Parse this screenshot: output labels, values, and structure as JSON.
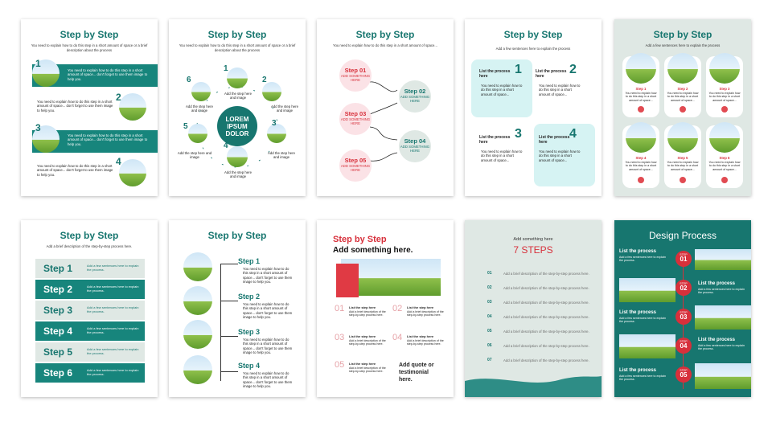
{
  "card1": {
    "title": "Step by Step",
    "subtitle": "You need to explain how to do this step in a short amount of space or a brief description about the process",
    "steps": [
      {
        "num": "1",
        "text": "You need to explain how to do this step in a short amount of space... don't forget to use them image to help you."
      },
      {
        "num": "2",
        "text": "You need to explain how to do this step in a short amount of space... don't forget to use them image to help you."
      },
      {
        "num": "3",
        "text": "You need to explain how to do this step in a short amount of space... don't forget to use them image to help you."
      },
      {
        "num": "4",
        "text": "You need to explain how to do this step in a short amount of space... don't forget to use them image to help you."
      }
    ]
  },
  "card2": {
    "title": "Step by Step",
    "subtitle": "You need to explain how to do this step in a short amount of space or a brief description about the process",
    "center": "LOREM IPSUM DOLOR",
    "nodes": [
      {
        "num": "1",
        "label": "Add the step here and image"
      },
      {
        "num": "2",
        "label": "Add the step here and image"
      },
      {
        "num": "3",
        "label": "Add the step here and image"
      },
      {
        "num": "4",
        "label": "Add the step here and image"
      },
      {
        "num": "5",
        "label": "Add the step here and image"
      },
      {
        "num": "6",
        "label": "Add the step here and image"
      }
    ]
  },
  "card3": {
    "title": "Step by Step",
    "subtitle": "You need to explain how to do this step in a short amount of space...",
    "steps": [
      {
        "h": "Step 01",
        "b": "ADD SOMETHING HERE"
      },
      {
        "h": "Step 02",
        "b": "ADD SOMETHING HERE"
      },
      {
        "h": "Step 03",
        "b": "ADD SOMETHING HERE"
      },
      {
        "h": "Step 04",
        "b": "ADD SOMETHING HERE"
      },
      {
        "h": "Step 05",
        "b": "ADD SOMETHING HERE"
      }
    ]
  },
  "card4": {
    "title": "Step by Step",
    "subtitle": "Add a few sentences here to explain the process",
    "items": [
      {
        "num": "1",
        "h": "List the process here",
        "b": "You need to explain how to do this step in a short amount of space..."
      },
      {
        "num": "2",
        "h": "List the process here",
        "b": "You need to explain how to do this step in a short amount of space..."
      },
      {
        "num": "3",
        "h": "List the process here",
        "b": "You need to explain how to do this step in a short amount of space..."
      },
      {
        "num": "4",
        "h": "List the process here",
        "b": "You need to explain how to do this step in a short amount of space..."
      }
    ]
  },
  "card5": {
    "title": "Step by Step",
    "subtitle": "Add a few sentences here to explain the process",
    "items": [
      {
        "h": "Step 1",
        "b": "You need to explain how to do this step in a short amount of space..."
      },
      {
        "h": "Step 2",
        "b": "You need to explain how to do this step in a short amount of space..."
      },
      {
        "h": "Step 3",
        "b": "You need to explain how to do this step in a short amount of space..."
      },
      {
        "h": "Step 4",
        "b": "You need to explain how to do this step in a short amount of space..."
      },
      {
        "h": "Step 5",
        "b": "You need to explain how to do this step in a short amount of space..."
      },
      {
        "h": "Step 6",
        "b": "You need to explain how to do this step in a short amount of space..."
      }
    ]
  },
  "card6": {
    "title": "Step by Step",
    "subtitle": "Add a brief description of the step-by-step process here.",
    "steps": [
      {
        "label": "Step 1",
        "text": "Add a few sentences here to explain the process."
      },
      {
        "label": "Step 2",
        "text": "Add a few sentences here to explain the process."
      },
      {
        "label": "Step 3",
        "text": "Add a few sentences here to explain the process."
      },
      {
        "label": "Step 4",
        "text": "Add a few sentences here to explain the process."
      },
      {
        "label": "Step 5",
        "text": "Add a few sentences here to explain the process."
      },
      {
        "label": "Step 6",
        "text": "Add a few sentences here to explain the process."
      }
    ]
  },
  "card7": {
    "title": "Step by Step",
    "steps": [
      {
        "h": "Step 1",
        "b": "You need to explain how to do this step in a short amount of space... don't forget to use them image to help you."
      },
      {
        "h": "Step 2",
        "b": "You need to explain how to do this step in a short amount of space... don't forget to use them image to help you."
      },
      {
        "h": "Step 3",
        "b": "You need to explain how to do this step in a short amount of space... don't forget to use them image to help you."
      },
      {
        "h": "Step 4",
        "b": "You need to explain how to do this step in a short amount of space... don't forget to use them image to help you."
      }
    ]
  },
  "card8": {
    "title": "Step by Step",
    "subtitle": "Add something here.",
    "items": [
      {
        "num": "01",
        "h": "List the step here",
        "b": "Add a brief description of the step-by-step process here."
      },
      {
        "num": "02",
        "h": "List the step here",
        "b": "Add a brief description of the step-by-step process here."
      },
      {
        "num": "03",
        "h": "List the step here",
        "b": "Add a brief description of the step-by-step process here."
      },
      {
        "num": "04",
        "h": "List the step here",
        "b": "Add a brief description of the step-by-step process here."
      },
      {
        "num": "05",
        "h": "List the step here",
        "b": "Add a brief description of the step-by-step process here."
      }
    ],
    "quote": "Add quote or testimonial here."
  },
  "card9": {
    "top": "Add something here",
    "title": "7 STEPS",
    "rows": [
      {
        "num": "01",
        "text": "Add a brief description of the step-by-step process here."
      },
      {
        "num": "02",
        "text": "Add a brief description of the step-by-step process here."
      },
      {
        "num": "03",
        "text": "Add a brief description of the step-by-step process here."
      },
      {
        "num": "04",
        "text": "Add a brief description of the step-by-step process here."
      },
      {
        "num": "05",
        "text": "Add a brief description of the step-by-step process here."
      },
      {
        "num": "06",
        "text": "Add a brief description of the step-by-step process here."
      },
      {
        "num": "07",
        "text": "Add a brief description of the step-by-step process here."
      }
    ]
  },
  "card10": {
    "title": "Design Process",
    "step_word": "STEP",
    "items": [
      {
        "num": "01",
        "h": "List the process",
        "b": "Add a few sentences here to explain the process."
      },
      {
        "num": "02",
        "h": "List the process",
        "b": "Add a few sentences here to explain the process."
      },
      {
        "num": "03",
        "h": "List the process",
        "b": "Add a few sentences here to explain the process."
      },
      {
        "num": "04",
        "h": "List the process",
        "b": "Add a few sentences here to explain the process."
      },
      {
        "num": "05",
        "h": "List the process",
        "b": "Add a few sentences here to explain the process."
      }
    ]
  },
  "colors": {
    "teal": "#17857c",
    "teal_dark": "#17766f",
    "red": "#d7303b",
    "mint": "#dfe8e4",
    "pink": "#fbe2e6",
    "light_teal": "#d6f3f3"
  }
}
